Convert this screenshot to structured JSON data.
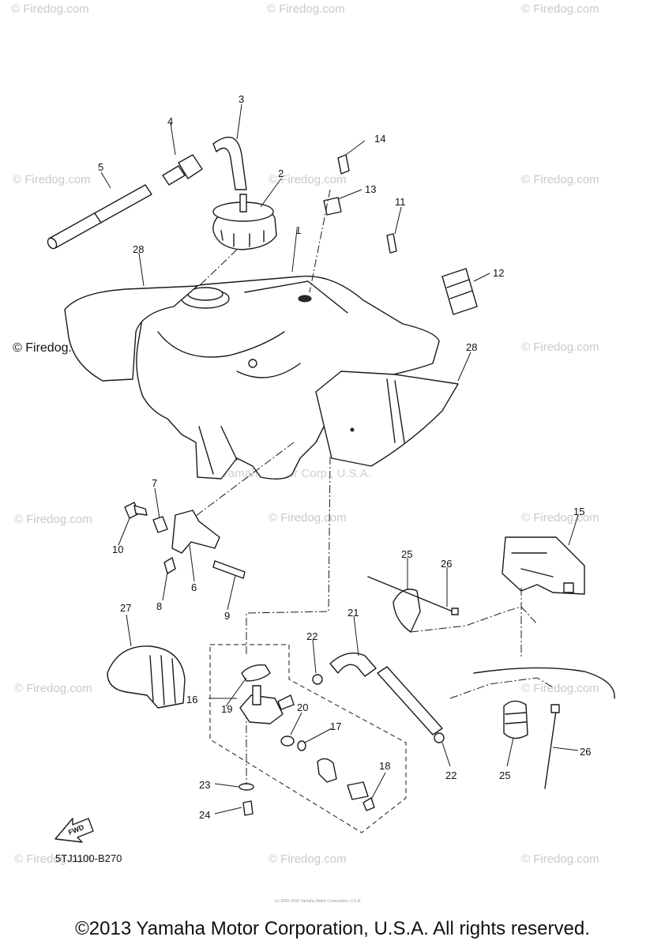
{
  "watermark": "© Firedog.com",
  "faint_watermark": "Yamaha Motor Corp., U.S.A.",
  "tiny_copyright": "(c) 2005-2015 Yamaha Motor Corporation, U.S.A.",
  "diagram_code": "5TJ1100-B270",
  "fwd_label": "FWD",
  "footer": "©2013 Yamaha Motor Corporation, U.S.A. All rights reserved.",
  "callouts": [
    "1",
    "2",
    "3",
    "4",
    "5",
    "6",
    "7",
    "8",
    "9",
    "10",
    "11",
    "12",
    "13",
    "14",
    "15",
    "16",
    "17",
    "18",
    "19",
    "20",
    "21",
    "22",
    "22",
    "23",
    "24",
    "25",
    "25",
    "26",
    "26",
    "27",
    "28",
    "28"
  ]
}
